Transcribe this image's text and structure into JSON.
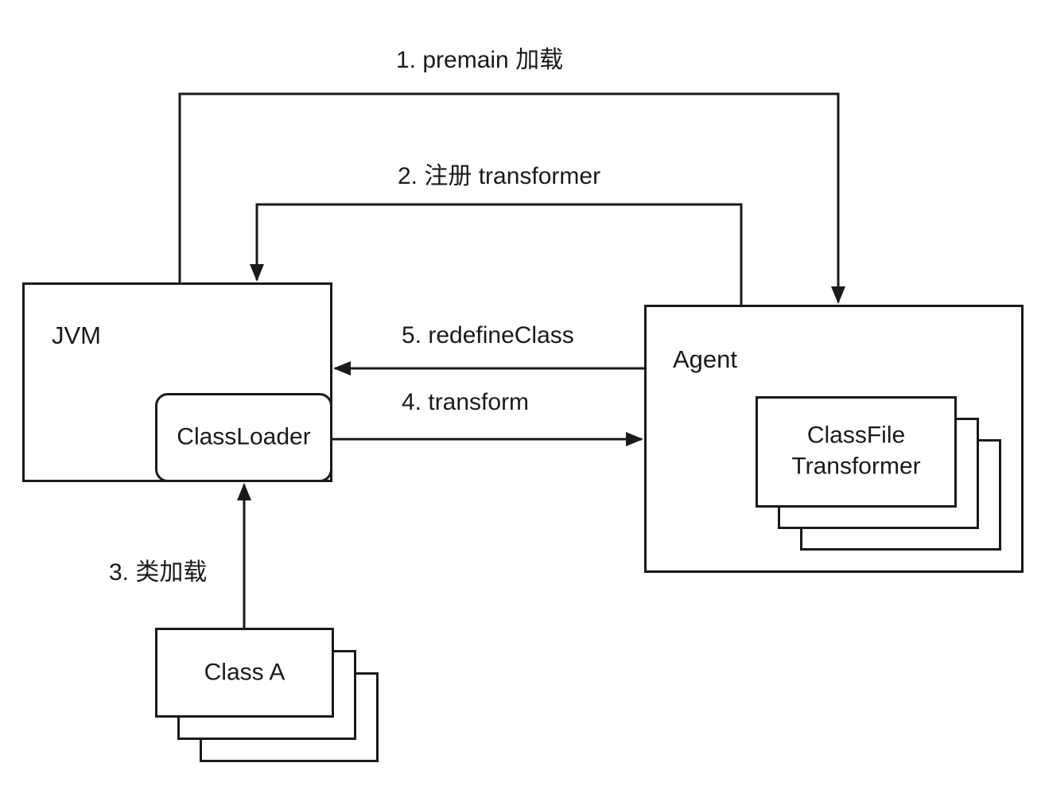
{
  "diagram": {
    "colors": {
      "stroke": "#1a1a1a",
      "background": "#ffffff"
    },
    "nodes": {
      "jvm": {
        "label": "JVM"
      },
      "classloader": {
        "label": "ClassLoader"
      },
      "agent": {
        "label": "Agent"
      },
      "classfile_transformer": {
        "label_line1": "ClassFile",
        "label_line2": "Transformer",
        "stack_count": 3
      },
      "class_a": {
        "label": "Class A",
        "stack_count": 3
      }
    },
    "edges": [
      {
        "id": "1",
        "label": "1. premain 加载",
        "from": "jvm",
        "to": "agent"
      },
      {
        "id": "2",
        "label": "2. 注册 transformer",
        "from": "agent",
        "to": "jvm"
      },
      {
        "id": "3",
        "label": "3. 类加载",
        "from": "class_a",
        "to": "classloader"
      },
      {
        "id": "4",
        "label": "4. transform",
        "from": "classloader",
        "to": "agent"
      },
      {
        "id": "5",
        "label": "5. redefineClass",
        "from": "agent",
        "to": "jvm"
      }
    ]
  }
}
